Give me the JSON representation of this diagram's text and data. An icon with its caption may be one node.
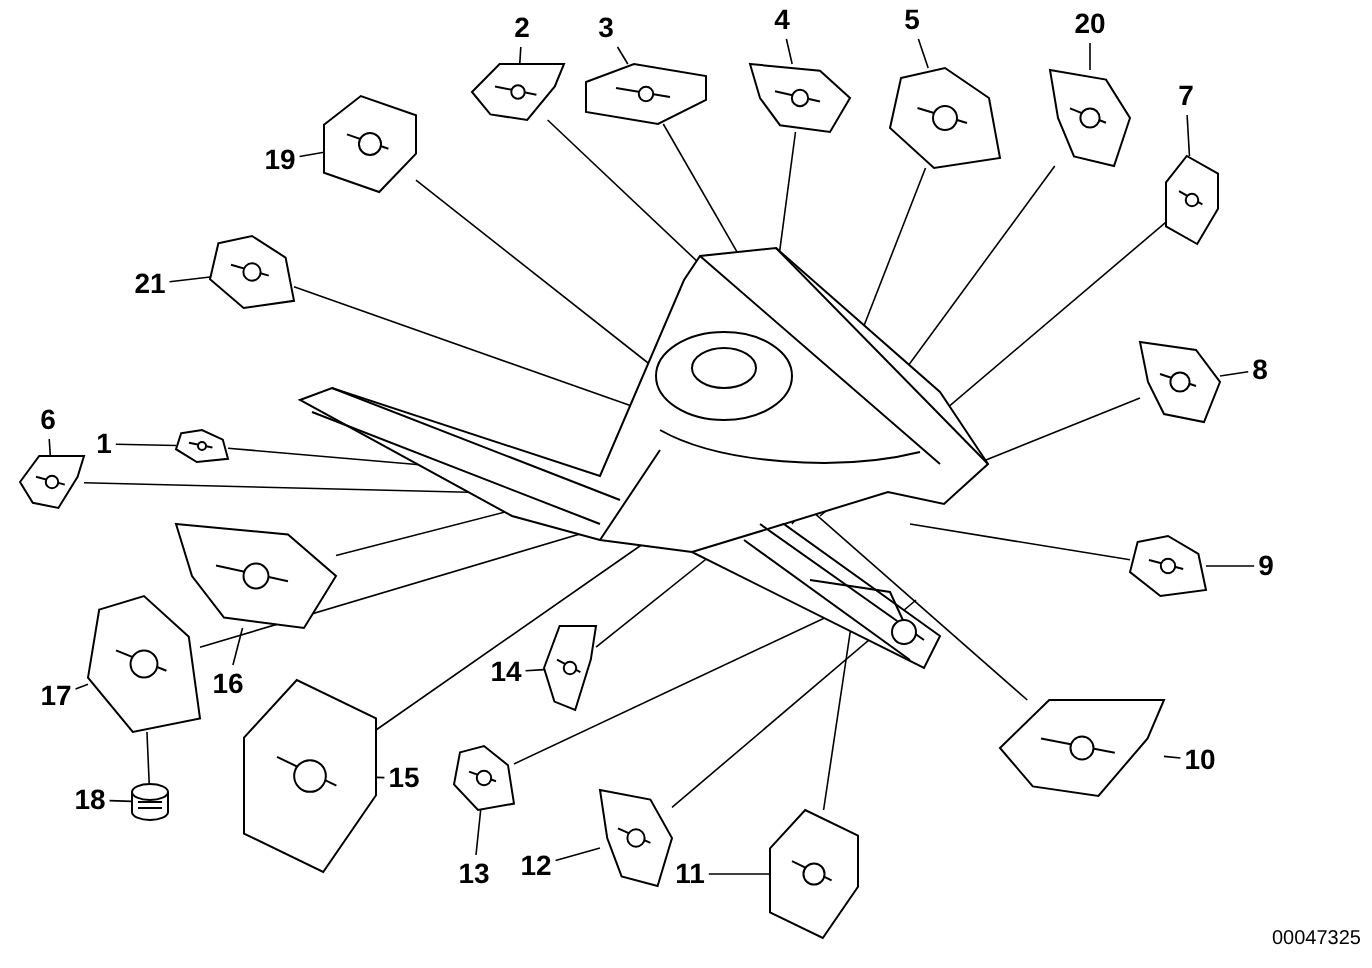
{
  "diagram": {
    "nodes": [
      {
        "text": [],
        "shape": "picture"
      },
      {
        "text": [
          "1"
        ]
      },
      {
        "text": [
          "2"
        ]
      },
      {
        "text": [
          "3"
        ]
      },
      {
        "text": [
          "4"
        ]
      },
      {
        "text": [
          "5"
        ]
      },
      {
        "text": [
          "6"
        ]
      },
      {
        "text": [
          "7"
        ]
      },
      {
        "text": [
          "8"
        ]
      },
      {
        "text": [
          "9"
        ]
      },
      {
        "text": [
          "10"
        ]
      },
      {
        "text": [
          "11"
        ]
      },
      {
        "text": [
          "12"
        ]
      },
      {
        "text": [
          "13"
        ]
      },
      {
        "text": [
          "14"
        ]
      },
      {
        "text": [
          "15"
        ]
      },
      {
        "text": [
          "16"
        ]
      },
      {
        "text": [
          "17"
        ]
      },
      {
        "text": [
          "18"
        ]
      },
      {
        "text": [
          "19"
        ]
      },
      {
        "text": [
          "20"
        ]
      },
      {
        "text": [
          "21"
        ]
      },
      {
        "text": [],
        "shape": "picture"
      },
      {
        "text": [],
        "shape": "picture"
      },
      {
        "text": [],
        "shape": "picture"
      },
      {
        "text": [],
        "shape": "picture"
      },
      {
        "text": [],
        "shape": "picture"
      },
      {
        "text": [],
        "shape": "picture"
      },
      {
        "text": [],
        "shape": "picture"
      },
      {
        "text": [],
        "shape": "picture"
      },
      {
        "text": [],
        "shape": "picture"
      },
      {
        "text": [],
        "shape": "picture"
      },
      {
        "text": [],
        "shape": "picture"
      },
      {
        "text": [],
        "shape": "picture"
      },
      {
        "text": [],
        "shape": "picture"
      },
      {
        "text": [],
        "shape": "picture"
      },
      {
        "text": [],
        "shape": "picture"
      },
      {
        "text": [],
        "shape": "picture"
      },
      {
        "text": [],
        "shape": "picture"
      },
      {
        "text": [],
        "shape": "cylinder"
      },
      {
        "text": [],
        "shape": "picture"
      },
      {
        "text": [],
        "shape": "picture"
      },
      {
        "text": [],
        "shape": "picture"
      }
    ],
    "edges": [
      {
        "from": 1,
        "to": 22,
        "arrow": "none"
      },
      {
        "from": 2,
        "to": 23,
        "arrow": "none"
      },
      {
        "from": 3,
        "to": 24,
        "arrow": "none"
      },
      {
        "from": 4,
        "to": 25,
        "arrow": "none"
      },
      {
        "from": 5,
        "to": 26,
        "arrow": "none"
      },
      {
        "from": 6,
        "to": 27,
        "arrow": "none"
      },
      {
        "from": 7,
        "to": 28,
        "arrow": "none"
      },
      {
        "from": 8,
        "to": 29,
        "arrow": "none"
      },
      {
        "from": 9,
        "to": 30,
        "arrow": "none"
      },
      {
        "from": 10,
        "to": 31,
        "arrow": "none"
      },
      {
        "from": 11,
        "to": 32,
        "arrow": "none"
      },
      {
        "from": 12,
        "to": 33,
        "arrow": "none"
      },
      {
        "from": 13,
        "to": 34,
        "arrow": "none"
      },
      {
        "from": 14,
        "to": 35,
        "arrow": "none"
      },
      {
        "from": 15,
        "to": 36,
        "arrow": "none"
      },
      {
        "from": 16,
        "to": 37,
        "arrow": "none"
      },
      {
        "from": 17,
        "to": 38,
        "arrow": "none"
      },
      {
        "from": 18,
        "to": 39,
        "arrow": "none"
      },
      {
        "from": 19,
        "to": 40,
        "arrow": "none"
      },
      {
        "from": 20,
        "to": 41,
        "arrow": "none"
      },
      {
        "from": 21,
        "to": 42,
        "arrow": "none"
      },
      {
        "from": 22,
        "to": 0,
        "arrow": "none"
      },
      {
        "from": 23,
        "to": 0,
        "arrow": "none"
      },
      {
        "from": 24,
        "to": 0,
        "arrow": "none"
      },
      {
        "from": 25,
        "to": 0,
        "arrow": "none"
      },
      {
        "from": 26,
        "to": 0,
        "arrow": "none"
      },
      {
        "from": 27,
        "to": 0,
        "arrow": "none"
      },
      {
        "from": 28,
        "to": 0,
        "arrow": "none"
      },
      {
        "from": 29,
        "to": 0,
        "arrow": "none"
      },
      {
        "from": 30,
        "to": 0,
        "arrow": "none"
      },
      {
        "from": 31,
        "to": 0,
        "arrow": "none"
      },
      {
        "from": 32,
        "to": 0,
        "arrow": "none"
      },
      {
        "from": 33,
        "to": 0,
        "arrow": "none"
      },
      {
        "from": 34,
        "to": 0,
        "arrow": "none"
      },
      {
        "from": 35,
        "to": 0,
        "arrow": "none"
      },
      {
        "from": 36,
        "to": 0,
        "arrow": "none"
      },
      {
        "from": 37,
        "to": 0,
        "arrow": "none"
      },
      {
        "from": 38,
        "to": 0,
        "arrow": "none"
      },
      {
        "from": 39,
        "to": 38,
        "arrow": "none"
      },
      {
        "from": 40,
        "to": 0,
        "arrow": "none"
      },
      {
        "from": 41,
        "to": 0,
        "arrow": "none"
      },
      {
        "from": 42,
        "to": 0,
        "arrow": "none"
      }
    ],
    "labels": [
      "00047325"
    ]
  }
}
